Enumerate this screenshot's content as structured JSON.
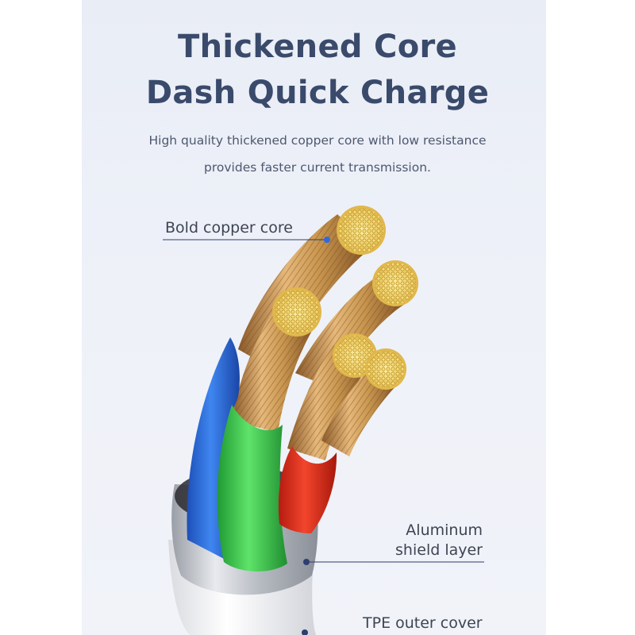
{
  "headline": {
    "line1": "Thickened Core",
    "line2": "Dash Quick Charge"
  },
  "description": {
    "line1": "High quality thickened copper core with low resistance",
    "line2": "provides faster current transmission."
  },
  "callouts": {
    "copper_core": "Bold copper core",
    "shield_line1": "Aluminum",
    "shield_line2": "shield layer",
    "outer_cover": "TPE outer cover"
  },
  "colors": {
    "panel_background": "#edf0f7",
    "headline_text": "#3a4a6b",
    "copper": "#c8964f",
    "copper_tip": "#f1d36a",
    "blue_wire": "#2f6fdc",
    "green_wire": "#36c24a",
    "red_wire": "#e2321e",
    "callout_line": "#2e3e6e"
  }
}
